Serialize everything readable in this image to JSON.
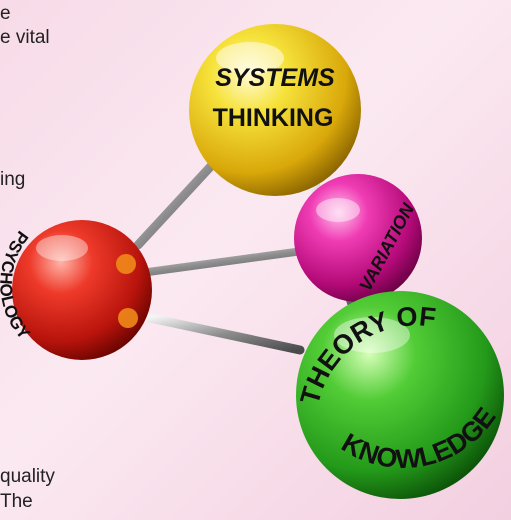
{
  "text_fragments": [
    {
      "id": "frag-1",
      "text": "e"
    },
    {
      "id": "frag-2",
      "text": "e vital"
    },
    {
      "id": "frag-3",
      "text": "ing"
    },
    {
      "id": "frag-4",
      "text": " quality"
    },
    {
      "id": "frag-5",
      "text": "The"
    }
  ],
  "spheres": {
    "systems_thinking": {
      "line1": "SYSTEMS",
      "line2": "THINKING",
      "color": "#f2d21b"
    },
    "variation": {
      "label": "VARIATION",
      "color": "#e0189a"
    },
    "psychology": {
      "label": "PSYCHOLOGY",
      "color": "#e0241f"
    },
    "theory_of_knowledge": {
      "line1": "THEORY OF",
      "line2": "KNOWLEDGE",
      "color": "#3ab52e"
    }
  },
  "connector_color": "#9a9a9a"
}
